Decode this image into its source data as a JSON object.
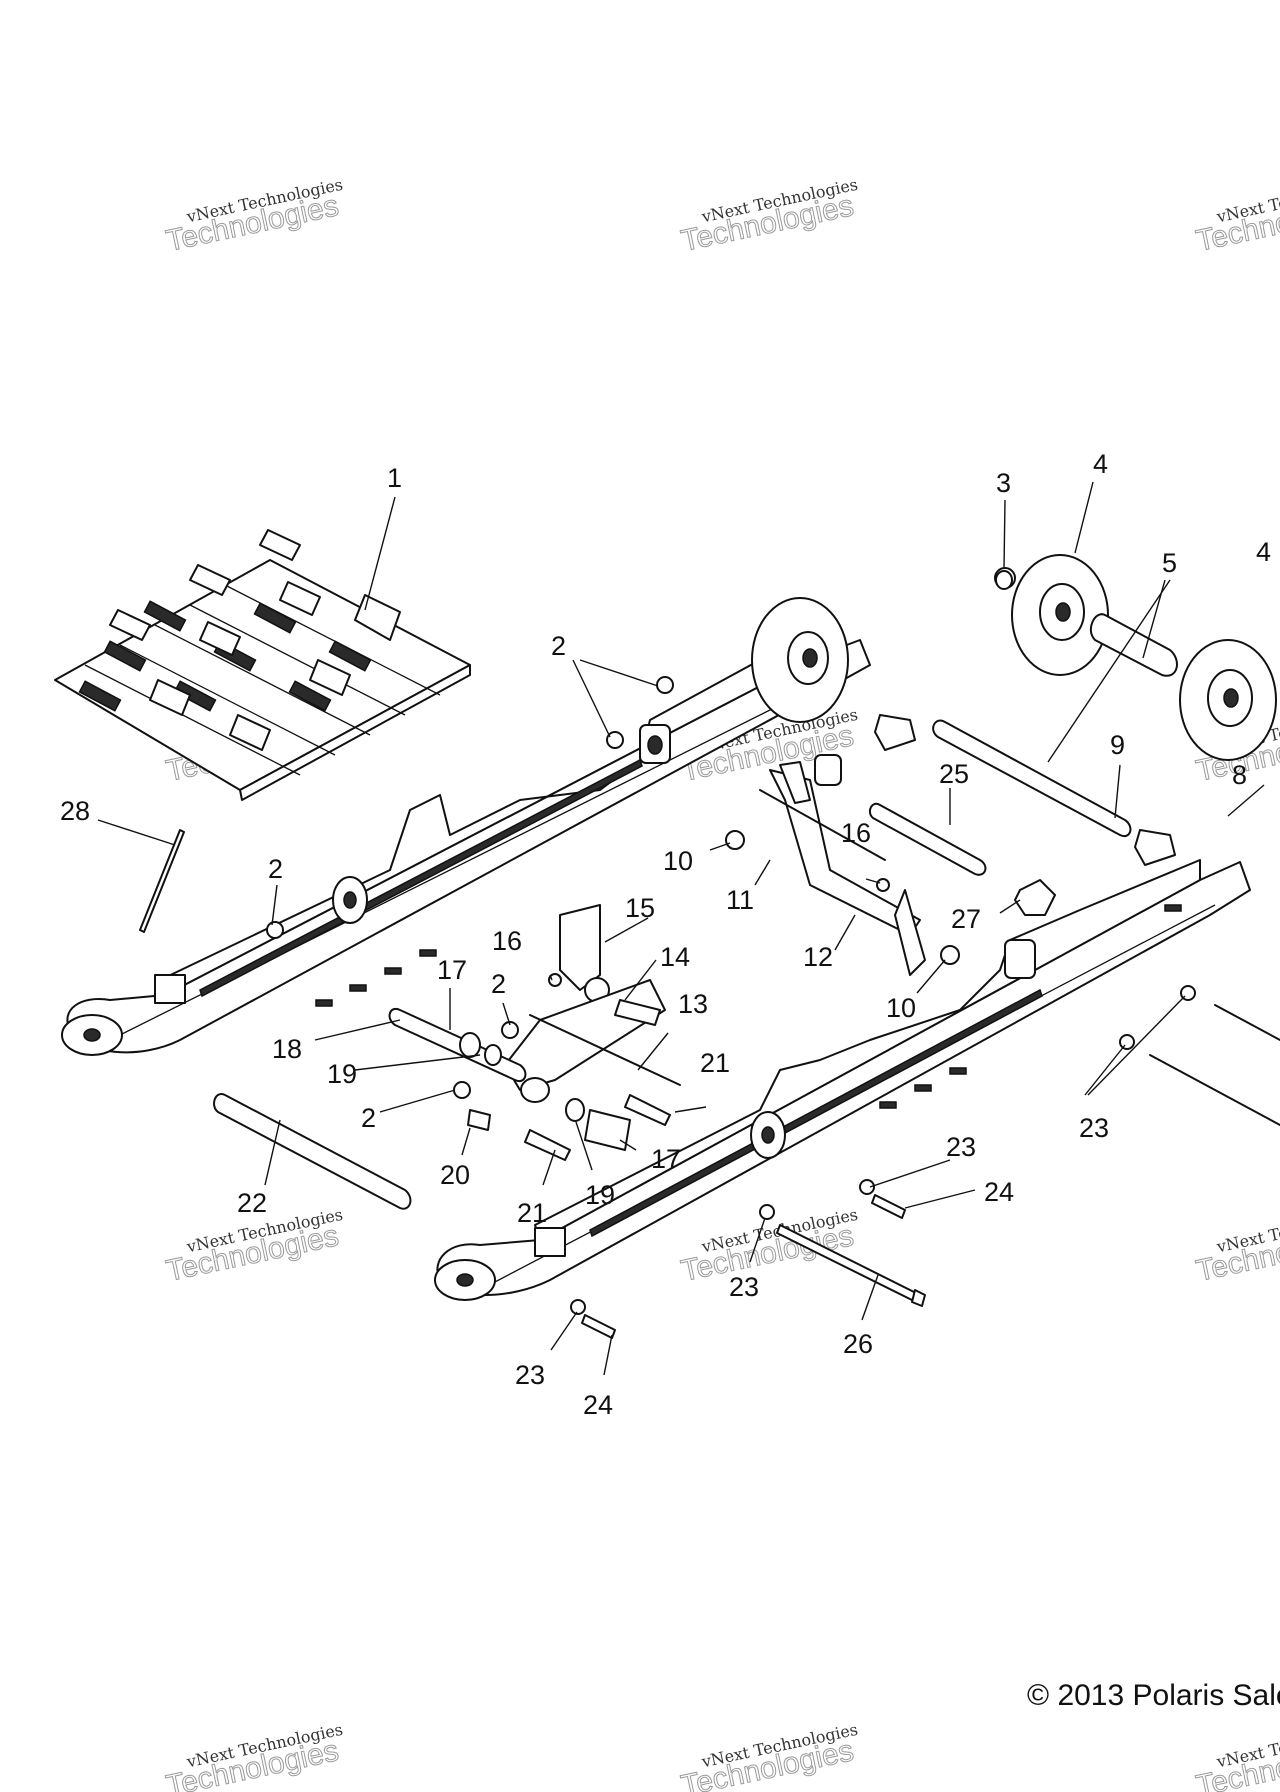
{
  "diagram": {
    "callouts": [
      {
        "id": "c1",
        "label": "1"
      },
      {
        "id": "c2a",
        "label": "2"
      },
      {
        "id": "c2b",
        "label": "2"
      },
      {
        "id": "c2c",
        "label": "2"
      },
      {
        "id": "c2d",
        "label": "2"
      },
      {
        "id": "c3",
        "label": "3"
      },
      {
        "id": "c4a",
        "label": "4"
      },
      {
        "id": "c4b",
        "label": "4"
      },
      {
        "id": "c5",
        "label": "5"
      },
      {
        "id": "c8",
        "label": "8"
      },
      {
        "id": "c9",
        "label": "9"
      },
      {
        "id": "c10a",
        "label": "10"
      },
      {
        "id": "c10b",
        "label": "10"
      },
      {
        "id": "c11",
        "label": "11"
      },
      {
        "id": "c12",
        "label": "12"
      },
      {
        "id": "c13",
        "label": "13"
      },
      {
        "id": "c14",
        "label": "14"
      },
      {
        "id": "c15",
        "label": "15"
      },
      {
        "id": "c16a",
        "label": "16"
      },
      {
        "id": "c16b",
        "label": "16"
      },
      {
        "id": "c17a",
        "label": "17"
      },
      {
        "id": "c17b",
        "label": "17"
      },
      {
        "id": "c18",
        "label": "18"
      },
      {
        "id": "c19a",
        "label": "19"
      },
      {
        "id": "c19b",
        "label": "19"
      },
      {
        "id": "c20",
        "label": "20"
      },
      {
        "id": "c21a",
        "label": "21"
      },
      {
        "id": "c21b",
        "label": "21"
      },
      {
        "id": "c22",
        "label": "22"
      },
      {
        "id": "c23a",
        "label": "23"
      },
      {
        "id": "c23b",
        "label": "23"
      },
      {
        "id": "c23c",
        "label": "23"
      },
      {
        "id": "c23d",
        "label": "23"
      },
      {
        "id": "c24a",
        "label": "24"
      },
      {
        "id": "c24b",
        "label": "24"
      },
      {
        "id": "c25",
        "label": "25"
      },
      {
        "id": "c26",
        "label": "26"
      },
      {
        "id": "c27",
        "label": "27"
      },
      {
        "id": "c28",
        "label": "28"
      }
    ],
    "watermark": {
      "line1": "vNext Technologies",
      "line2": "Technologies"
    },
    "copyright": "© 2013 Polaris Sale"
  }
}
